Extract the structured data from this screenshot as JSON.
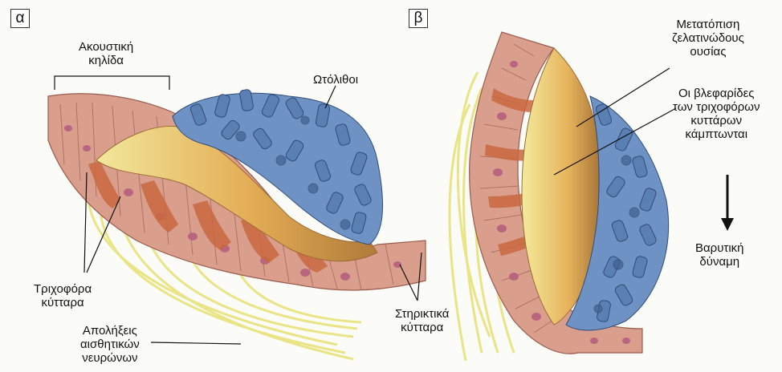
{
  "panels": {
    "a": {
      "letter": "α"
    },
    "b": {
      "letter": "β"
    }
  },
  "labels": {
    "macula": [
      "Ακουστική",
      "κηλίδα"
    ],
    "otoliths": "Ωτόλιθοι",
    "hair_cells": [
      "Τριχοφόρα",
      "κύτταρα"
    ],
    "nerve_endings": [
      "Απολήξεις",
      "αισθητικών",
      "νευρώνων"
    ],
    "supporting_cells": [
      "Στηρικτικά",
      "κύτταρα"
    ],
    "gel_shift": [
      "Μετατόπιση",
      "ζελατινώδους",
      "ουσίας"
    ],
    "cilia_bend": [
      "Οι βλεφαρίδες",
      "των τριχοφόρων",
      "κυττάρων",
      "κάμπτωνται"
    ],
    "gravity": [
      "Βαρυτική",
      "δύναμη"
    ]
  },
  "colors": {
    "epithelium": "#d99e8c",
    "cell_nucleus": "#b8667f",
    "hair_cell": "#c9683f",
    "gel_layer": "#e5b15a",
    "otolith": "#6f92c4",
    "otolith_dark": "#3f5f8f",
    "nerve": "#e6e27d"
  }
}
